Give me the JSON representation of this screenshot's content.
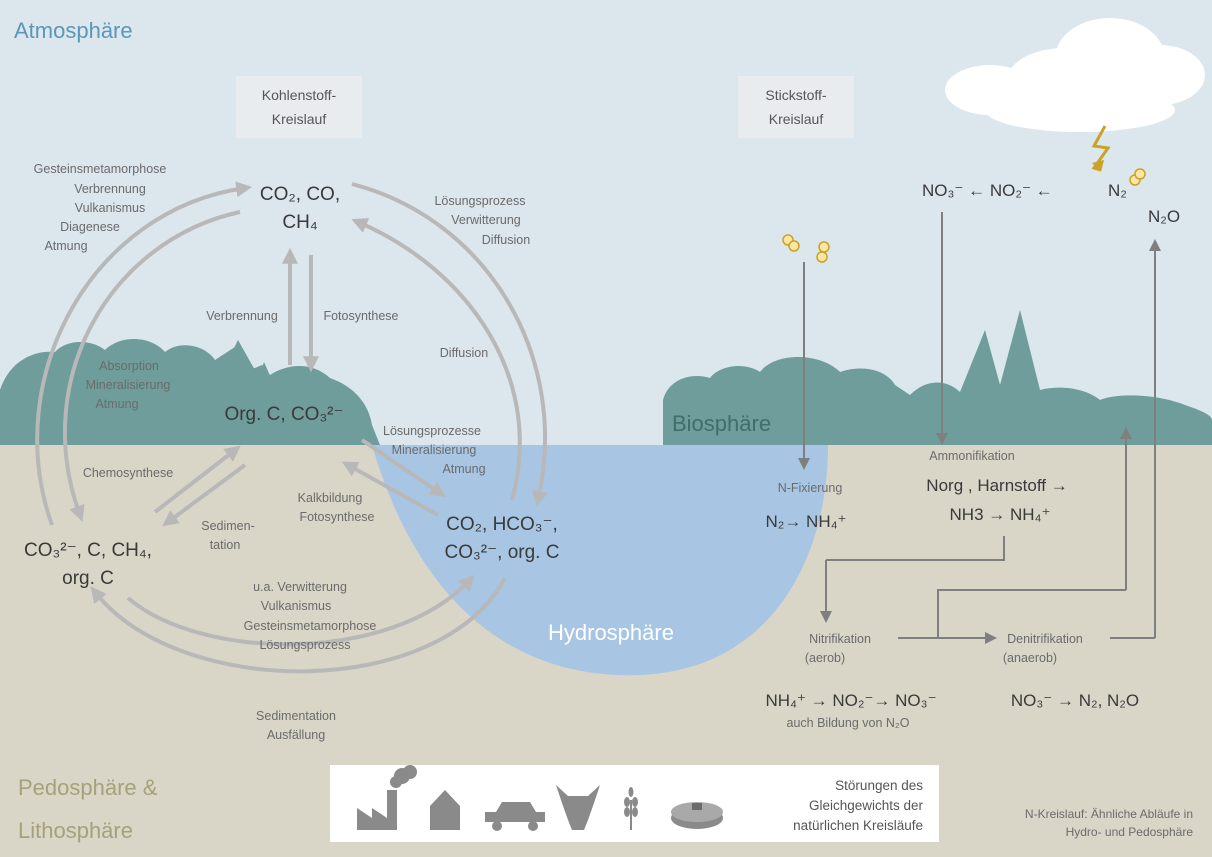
{
  "spheres": {
    "atmosphere": "Atmosphäre",
    "biosphere": "Biosphäre",
    "hydrosphere": "Hydrosphäre",
    "pedosphere_line1": "Pedosphäre &",
    "pedosphere_line2": "Lithosphäre"
  },
  "carbon": {
    "title_line1": "Kohlenstoff-",
    "title_line2": "Kreislauf",
    "atmo_pool_line1": "CO₂, CO,",
    "atmo_pool_line2": "CH₄",
    "bio_pool": "Org. C, CO₃²⁻",
    "litho_pool_line1": "CO₃²⁻, C, CH₄,",
    "litho_pool_line2": "org. C",
    "hydro_pool_line1": "CO₂, HCO₃⁻,",
    "hydro_pool_line2": "CO₃²⁻, org. C",
    "outer_left_processes": [
      "Gesteinsmetamorphose",
      "Verbrennung",
      "Vulkanismus",
      "Diagenese",
      "Atmung"
    ],
    "bio_release": [
      "Absorption",
      "Mineralisierung",
      "Atmung"
    ],
    "burning": "Verbrennung",
    "photosynthesis": "Fotosynthese",
    "outer_right_processes": [
      "Lösungsprozess",
      "Verwitterung",
      "Diffusion"
    ],
    "diffusion": "Diffusion",
    "bio_hydro_processes": [
      "Lösungsprozesse",
      "Mineralisierung",
      "Atmung"
    ],
    "chemosynthesis": "Chemosynthese",
    "sedimentation_line1": "Sedimen-",
    "sedimentation_line2": "tation",
    "calc_processes": [
      "Kalkbildung",
      "Fotosynthese"
    ],
    "litho_to_hydro": [
      "u.a. Verwitterung",
      "Vulkanismus",
      "Gesteinsmetamorphose",
      "Lösungsprozess"
    ],
    "hydro_to_litho": [
      "Sedimentation",
      "Ausfällung"
    ]
  },
  "nitrogen": {
    "title_line1": "Stickstoff-",
    "title_line2": "Kreislauf",
    "atmo_chain": "NO₃⁻ ← NO₂⁻ ←",
    "n2": "N₂",
    "n2o": "N₂O",
    "fixation": "N-Fixierung",
    "fixation_formula": "N₂→ NH₄⁺",
    "ammonification": "Ammonifikation",
    "ammon_formula_line1": "Norg , Harnstoff →",
    "ammon_formula_line2": "NH3 → NH₄⁺",
    "nitrification_line1": "Nitrifikation",
    "nitrification_line2": "(aerob)",
    "denitrification_line1": "Denitrifikation",
    "denitrification_line2": "(anaerob)",
    "nitri_formula": "NH₄⁺ → NO₂⁻→ NO₃⁻",
    "nitri_note": "auch Bildung von N₂O",
    "denitri_formula": "NO₃⁻ → N₂, N₂O",
    "footnote_line1": "N-Kreislauf: Ähnliche Abläufe in",
    "footnote_line2": "Hydro- und Pedosphäre"
  },
  "disturbance": {
    "line1": "Störungen des",
    "line2": "Gleichgewichts der",
    "line3": "natürlichen Kreisläufe",
    "icons": [
      "factory-icon",
      "house-icon",
      "car-icon",
      "cow-icon",
      "wheat-icon",
      "dish-icon"
    ]
  },
  "colors": {
    "sky": "#dbe6ed",
    "ground": "#d9d5c7",
    "water": "#a8c6e3",
    "vegetation": "#6e9d9b",
    "atmosphere_label": "#5b97b8",
    "pedosphere_label": "#a5a27a",
    "hydrosphere_label": "#ffffff",
    "biosphere_label": "#3f6e6b",
    "lightning": "#c9a227"
  }
}
